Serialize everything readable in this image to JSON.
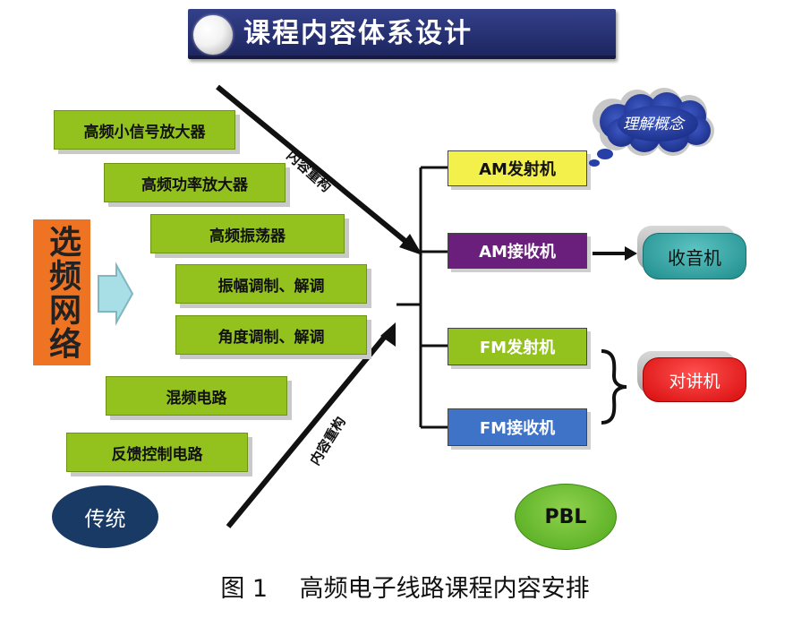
{
  "title": "课程内容体系设计",
  "left_modules": [
    "高频小信号放大器",
    "高频功率放大器",
    "高频振荡器",
    "振幅调制、解调",
    "角度调制、解调",
    "混频电路",
    "反馈控制电路"
  ],
  "selective_network": "选频网络",
  "arrow_label_top": "内容重构",
  "arrow_label_bottom": "内容重构",
  "modules": [
    {
      "label": "AM发射机",
      "fill": "#f4f04b"
    },
    {
      "label": "AM接收机",
      "fill": "#6b1f7c"
    },
    {
      "label": "FM发射机",
      "fill": "#93c11d"
    },
    {
      "label": "FM接收机",
      "fill": "#3f73c8"
    }
  ],
  "thought_bubble": "理解概念",
  "devices": {
    "radio": "收音机",
    "walkie_talkie": "对讲机"
  },
  "traditional": "传统",
  "pbl": "PBL",
  "caption": "图 1　 高频电子线路课程内容安排",
  "colors": {
    "title_bg": "#2a3478",
    "green": "#93c11d",
    "orange": "#ee7424",
    "navy": "#1a3a66",
    "teal": "#1f8c8c",
    "red": "#e01818"
  }
}
